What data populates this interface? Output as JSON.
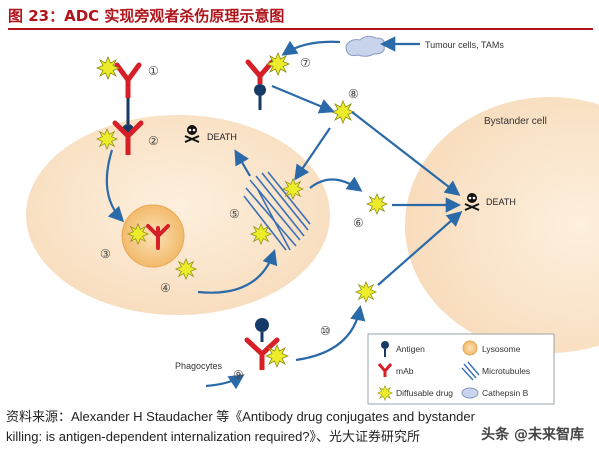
{
  "title": "图 23：ADC 实现旁观者杀伤原理示意图",
  "labels": {
    "tumour_cells": "Tumour cells, TAMs",
    "bystander_cell": "Bystander cell",
    "death_left": "DEATH",
    "death_right": "DEATH",
    "phagocytes": "Phagocytes"
  },
  "steps": [
    "①",
    "②",
    "③",
    "④",
    "⑤",
    "⑥",
    "⑦",
    "⑧",
    "⑨",
    "⑩"
  ],
  "legend": {
    "antigen": "Antigen",
    "mab": "mAb",
    "diffusable_drug": "Diffusable drug",
    "lysosome": "Lysosome",
    "microtubules": "Microtubules",
    "cathepsin": "Cathepsin B"
  },
  "caption": {
    "line1": "资料来源：Alexander H Staudacher 等《Antibody drug conjugates and bystander",
    "line2": "killing: is antigen-dependent internalization required?》、光大证券研究所"
  },
  "watermark": "头条 @未来智库",
  "colors": {
    "title_red": "#b0141b",
    "cell_fill": "#fbe6cc",
    "arrow_blue": "#2b6aa8",
    "drug_yellow": "#ecec2a",
    "antigen_navy": "#163a66",
    "mab_red": "#d61f26",
    "lysosome_fill": "#f6c98a",
    "cathepsin_fill": "#c8d4ec"
  }
}
